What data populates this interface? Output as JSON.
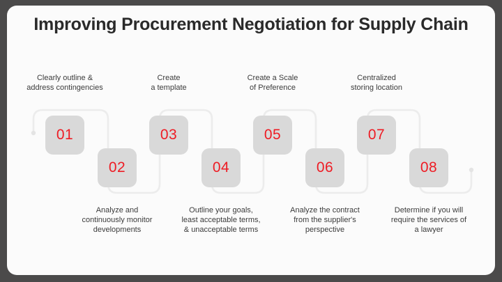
{
  "slide": {
    "title": "Improving Procurement Negotiation for Supply Chain",
    "border_color": "#4b4a4a",
    "card_color": "#fbfbfb",
    "title_color": "#2a2a2a"
  },
  "theme": {
    "accent_red": "#ee1c24",
    "node_fill": "#d9d9d9",
    "path_color": "#ececec",
    "caption_color": "#3b3b3b"
  },
  "diagram": {
    "type": "serpentine-process",
    "steps": [
      {
        "number": "01",
        "caption": "Clearly outline &\naddress contingencies",
        "position": "top"
      },
      {
        "number": "02",
        "caption": "Analyze and\ncontinuously monitor\ndevelopments",
        "position": "bottom"
      },
      {
        "number": "03",
        "caption": "Create\na template",
        "position": "top"
      },
      {
        "number": "04",
        "caption": "Outline your goals,\nleast acceptable terms,\n& unacceptable terms",
        "position": "bottom"
      },
      {
        "number": "05",
        "caption": "Create a Scale\nof Preference",
        "position": "top"
      },
      {
        "number": "06",
        "caption": "Analyze the contract\nfrom the supplier's\nperspective",
        "position": "bottom"
      },
      {
        "number": "07",
        "caption": "Centralized\nstoring location",
        "position": "top"
      },
      {
        "number": "08",
        "caption": "Determine if you will\nrequire the services of\na lawyer",
        "position": "bottom"
      }
    ]
  }
}
